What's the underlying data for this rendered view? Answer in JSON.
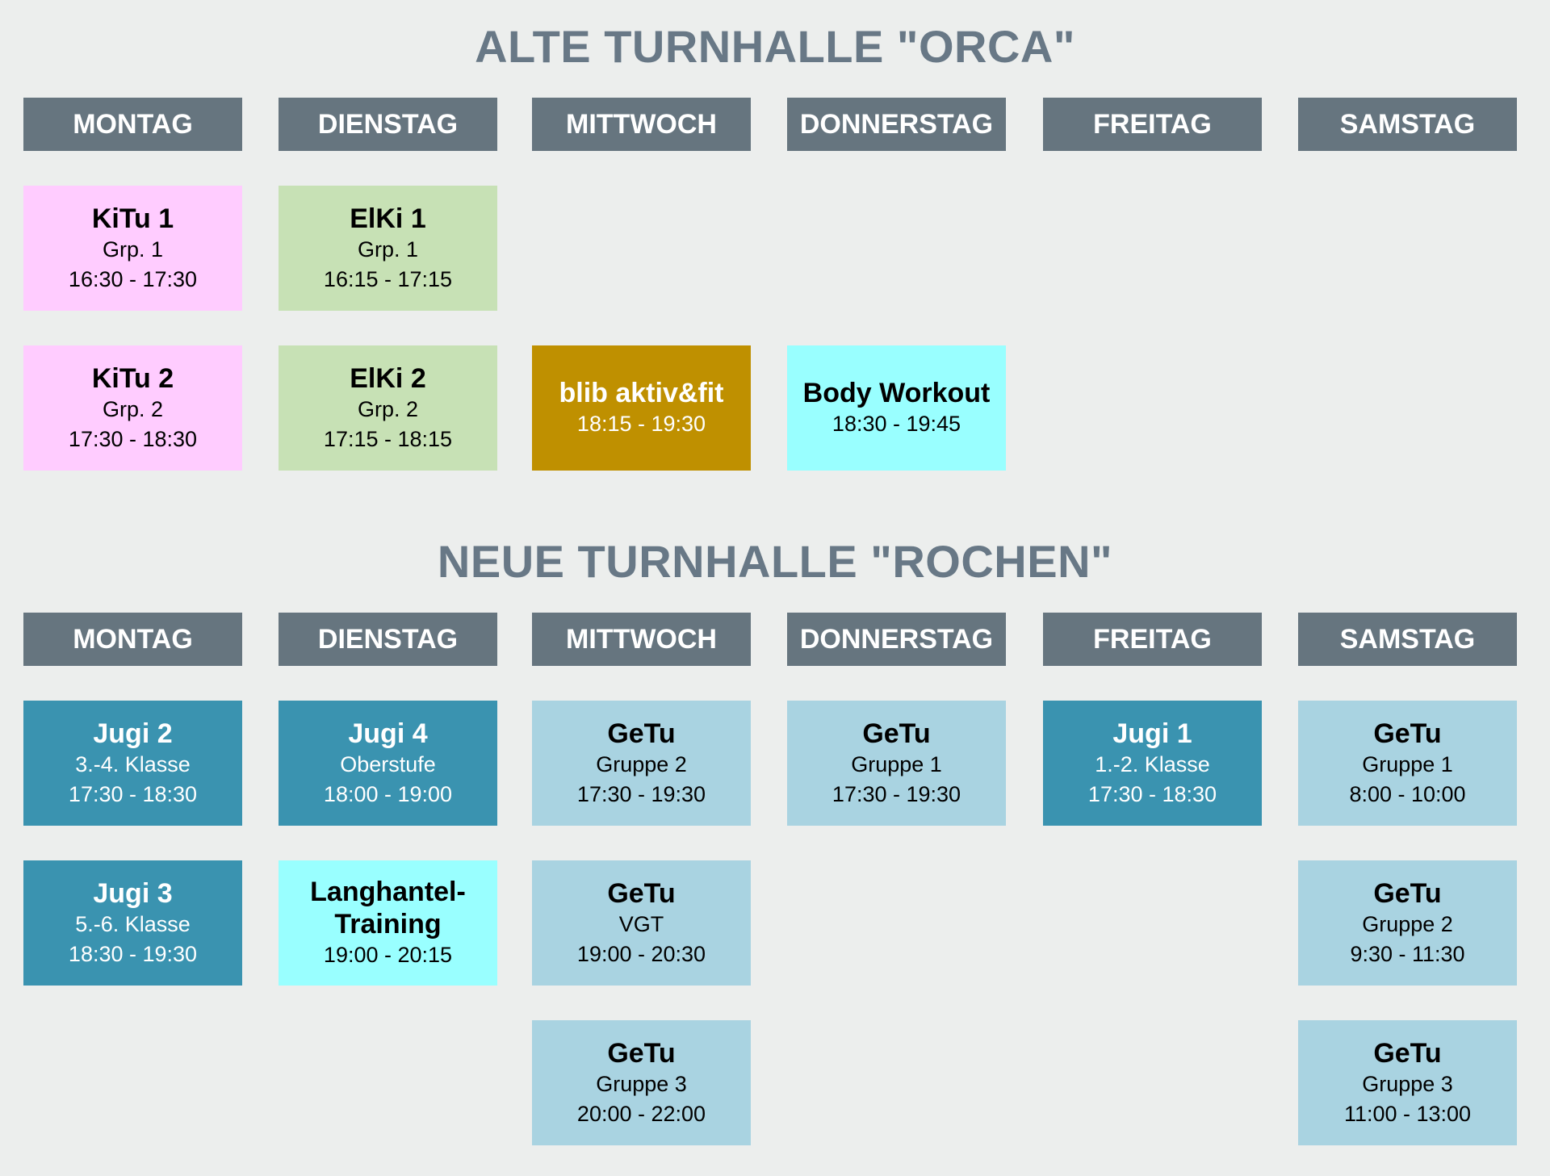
{
  "hall1": {
    "title": "ALTE TURNHALLE \"ORCA\"",
    "days": [
      "MONTAG",
      "DIENSTAG",
      "MITTWOCH",
      "DONNERSTAG",
      "FREITAG",
      "SAMSTAG"
    ],
    "sessions": [
      {
        "name": "KiTu 1",
        "sub": "Grp. 1",
        "time": "16:30 - 17:30",
        "color": "#ffccff"
      },
      {
        "name": "KiTu 2",
        "sub": "Grp. 2",
        "time": "17:30 - 18:30",
        "color": "#ffccff"
      },
      {
        "name": "ElKi 1",
        "sub": "Grp. 1",
        "time": "16:15 - 17:15",
        "color": "#c7e1b5"
      },
      {
        "name": "ElKi 2",
        "sub": "Grp. 2",
        "time": "17:15 - 18:15",
        "color": "#c7e1b5"
      },
      {
        "name": "blib aktiv&fit",
        "time": "18:15 - 19:30",
        "color": "#bf9000"
      },
      {
        "name": "Body Workout",
        "time": "18:30 - 19:45",
        "color": "#99ffff"
      }
    ]
  },
  "hall2": {
    "title": "NEUE TURNHALLE \"ROCHEN\"",
    "days": [
      "MONTAG",
      "DIENSTAG",
      "MITTWOCH",
      "DONNERSTAG",
      "FREITAG",
      "SAMSTAG"
    ],
    "sessions": [
      {
        "name": "Jugi 2",
        "sub": "3.-4. Klasse",
        "time": "17:30 - 18:30",
        "color": "#3a93b0"
      },
      {
        "name": "Jugi 3",
        "sub": "5.-6. Klasse",
        "time": "18:30 - 19:30",
        "color": "#3a93b0"
      },
      {
        "name": "Jugi 4",
        "sub": "Oberstufe",
        "time": "18:00 - 19:00",
        "color": "#3a93b0"
      },
      {
        "name": "Langhantel-Training",
        "time": "19:00 - 20:15",
        "color": "#99ffff"
      },
      {
        "name": "GeTu",
        "sub": "Gruppe 2",
        "time": "17:30 - 19:30",
        "color": "#a9d3e1"
      },
      {
        "name": "GeTu",
        "sub": "VGT",
        "time": "19:00 - 20:30",
        "color": "#a9d3e1"
      },
      {
        "name": "GeTu",
        "sub": "Gruppe 3",
        "time": "20:00 - 22:00",
        "color": "#a9d3e1"
      },
      {
        "name": "GeTu",
        "sub": "Gruppe 1",
        "time": "17:30 - 19:30",
        "color": "#a9d3e1"
      },
      {
        "name": "Jugi 1",
        "sub": "1.-2. Klasse",
        "time": "17:30 - 18:30",
        "color": "#3a93b0"
      },
      {
        "name": "GeTu",
        "sub": "Gruppe 1",
        "time": "8:00 - 10:00",
        "color": "#a9d3e1"
      },
      {
        "name": "GeTu",
        "sub": "Gruppe 2",
        "time": "9:30 - 11:30",
        "color": "#a9d3e1"
      },
      {
        "name": "GeTu",
        "sub": "Gruppe 3",
        "time": "11:00 - 13:00",
        "color": "#a9d3e1"
      }
    ]
  }
}
